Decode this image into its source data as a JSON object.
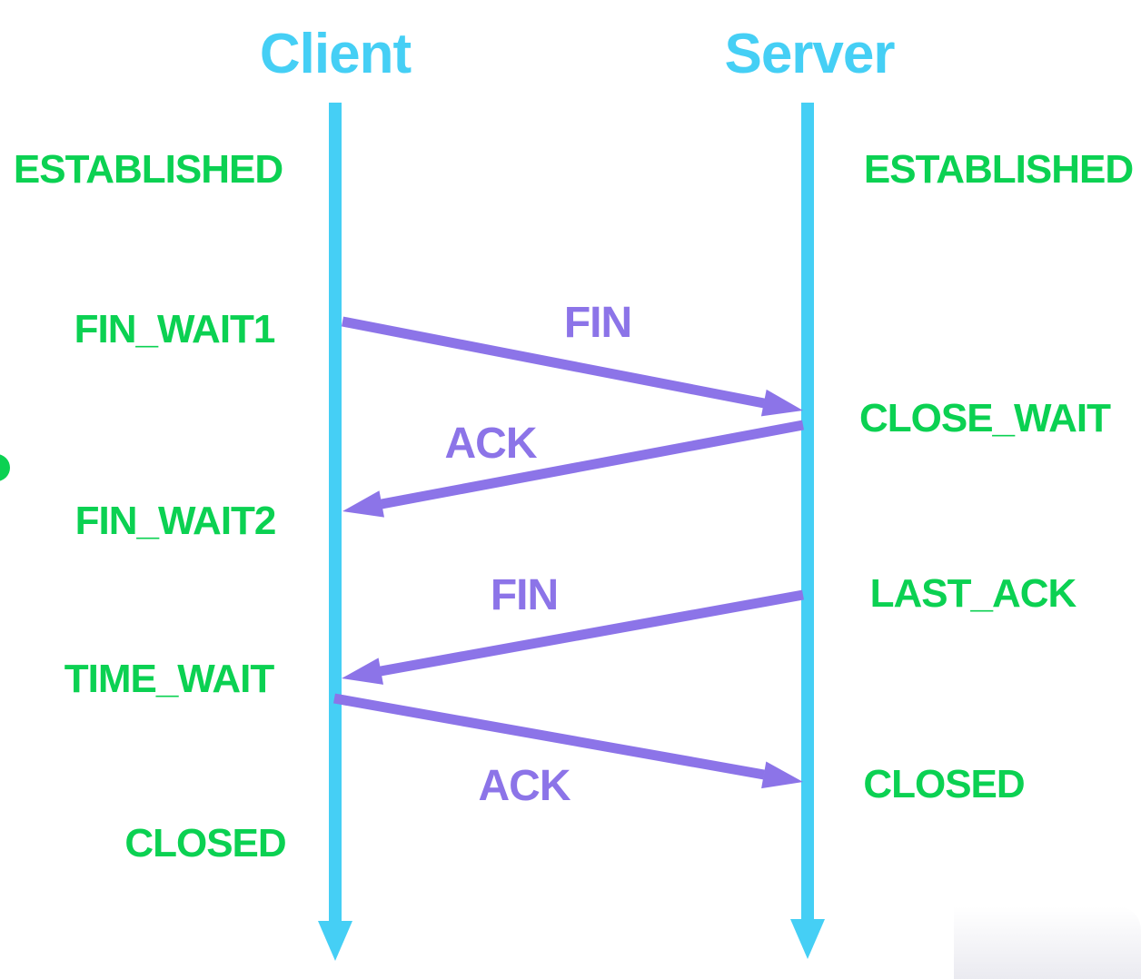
{
  "colors": {
    "lifeline": "#45CFF5",
    "state": "#0BD152",
    "message": "#8C74E8"
  },
  "diagram_type": "tcp-connection-termination-sequence",
  "client": {
    "title": "Client",
    "states": [
      {
        "label": "ESTABLISHED"
      },
      {
        "label": "FIN_WAIT1"
      },
      {
        "label": "FIN_WAIT2"
      },
      {
        "label": "TIME_WAIT"
      },
      {
        "label": "CLOSED"
      }
    ]
  },
  "server": {
    "title": "Server",
    "states": [
      {
        "label": "ESTABLISHED"
      },
      {
        "label": "CLOSE_WAIT"
      },
      {
        "label": "LAST_ACK"
      },
      {
        "label": "CLOSED"
      }
    ]
  },
  "messages": [
    {
      "label": "FIN",
      "from": "client",
      "to": "server"
    },
    {
      "label": "ACK",
      "from": "server",
      "to": "client"
    },
    {
      "label": "FIN",
      "from": "server",
      "to": "client"
    },
    {
      "label": "ACK",
      "from": "client",
      "to": "server"
    }
  ]
}
